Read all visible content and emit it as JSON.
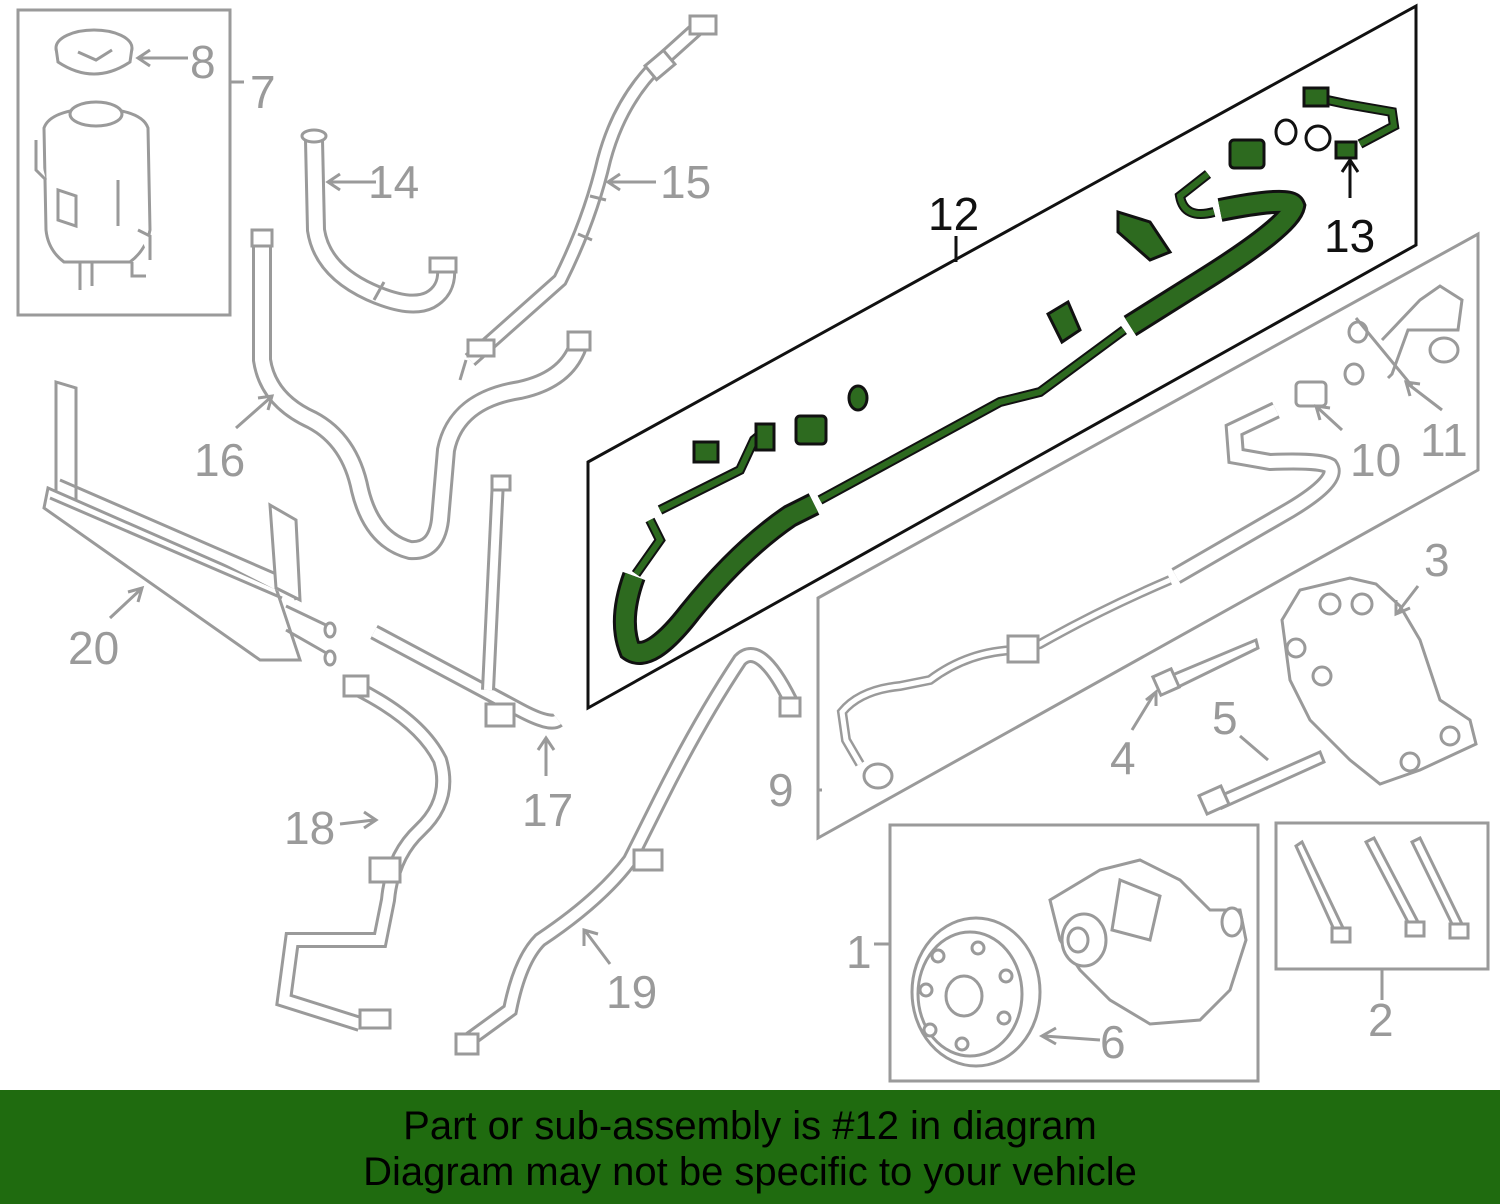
{
  "diagram": {
    "callouts": {
      "c1": "1",
      "c2": "2",
      "c3": "3",
      "c4": "4",
      "c5": "5",
      "c6": "6",
      "c7": "7",
      "c8": "8",
      "c9": "9",
      "c10": "10",
      "c11": "11",
      "c12": "12",
      "c13": "13",
      "c14": "14",
      "c15": "15",
      "c16": "16",
      "c17": "17",
      "c18": "18",
      "c19": "19",
      "c20": "20"
    },
    "highlighted_callout": "12"
  },
  "banner": {
    "line1": "Part or sub-assembly is #12 in diagram",
    "line2": "Diagram may not be specific to your vehicle"
  },
  "colors": {
    "highlight": "#2d6a1f",
    "banner": "#1f6b0f",
    "outline": "#9a9a9a",
    "ink": "#111111"
  }
}
